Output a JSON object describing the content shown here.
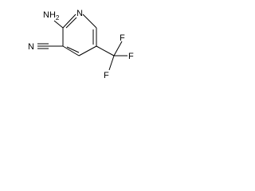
{
  "molecule": {
    "atom_labels": {
      "amino": "NH",
      "amino_subscript": "2",
      "ring_nitrogen": "N",
      "nitrile_nitrogen": "N",
      "fluorine_top": "F",
      "fluorine_right": "F",
      "fluorine_bottom": "F"
    }
  }
}
